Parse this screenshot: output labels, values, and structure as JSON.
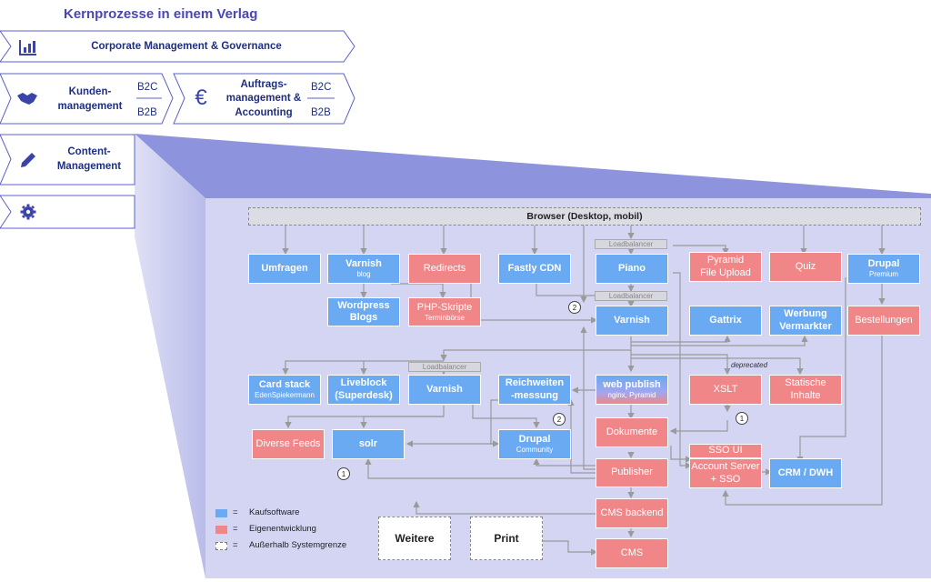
{
  "title": "Kernprozesse in einem Verlag",
  "processes": {
    "corporate": "Corporate Management & Governance",
    "kunden": "Kunden-\nmanagement",
    "kunden_b2c": "B2C",
    "kunden_b2b": "B2B",
    "auftrag": "Auftrags-\nmanagement &\nAccounting",
    "auftrag_b2c": "B2C",
    "auftrag_b2b": "B2B",
    "content": "Content-\nManagement"
  },
  "browser": "Browser (Desktop, mobil)",
  "loadbalancer": "Loadbalancer",
  "boxes": {
    "umfragen": "Umfragen",
    "varnish_blog": "Varnish",
    "varnish_blog_sub": "blog",
    "wordpress": "Wordpress\nBlogs",
    "redirects": "Redirects",
    "php": "PHP-Skripte",
    "php_sub": "Terminbörse",
    "fastly": "Fastly CDN",
    "piano": "Piano",
    "varnish_main": "Varnish",
    "pyramid": "Pyramid\nFile Upload",
    "quiz": "Quiz",
    "drupal_premium": "Drupal",
    "drupal_premium_sub": "Premium",
    "gattrix": "Gattrix",
    "werbung": "Werbung\nVermarkter",
    "bestellungen": "Bestellungen",
    "cardstack": "Card stack",
    "cardstack_sub": "EdenSpiekermann",
    "liveblock": "Liveblock\n(Superdesk)",
    "varnish_lb": "Varnish",
    "reichweiten": "Reichweiten\n-messung",
    "webpublish": "web publish",
    "webpublish_sub": "nginx, Pyramid",
    "xslt": "XSLT",
    "statische": "Statische\nInhalte",
    "diverse": "Diverse Feeds",
    "solr": "solr",
    "drupal_community": "Drupal",
    "drupal_community_sub": "Community",
    "dokumente": "Dokumente",
    "ssoui": "SSO UI",
    "account": "Account Server\n+ SSO",
    "crm": "CRM / DWH",
    "publisher": "Publisher",
    "cmsbackend": "CMS backend",
    "cms": "CMS",
    "weitere": "Weitere",
    "print": "Print"
  },
  "deprecated": "deprecated",
  "markers": {
    "one": "1",
    "two": "2"
  },
  "legend": {
    "eq": "=",
    "kauf": "Kaufsoftware",
    "eigen": "Eigenentwicklung",
    "ausser": "Außerhalb Systemgrenze"
  },
  "colors": {
    "blue": "#6aaaf2",
    "red": "#f08688",
    "panel": "#d3d5f3",
    "arrow": "#9a9a9a",
    "band_border": "#5a60c8"
  },
  "icons": {
    "corporate": "bar-chart-icon",
    "kunden": "handshake-icon",
    "auftrag": "euro-icon",
    "content": "pencil-icon",
    "settings": "gear-icon"
  }
}
